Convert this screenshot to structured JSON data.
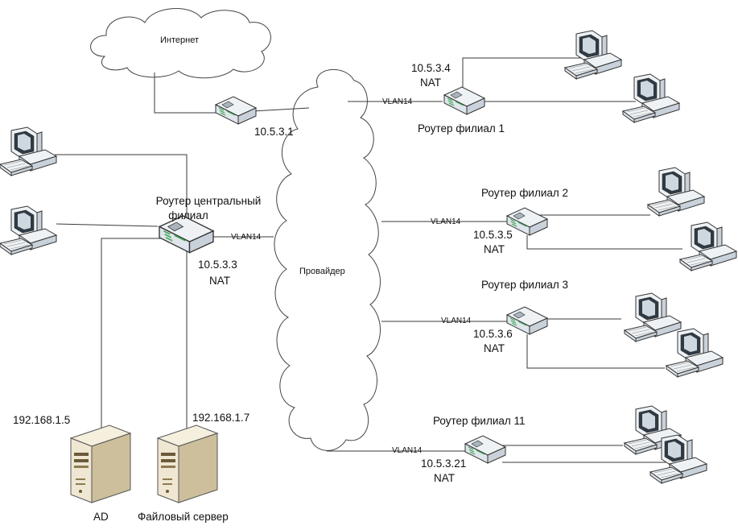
{
  "clouds": {
    "internet": "Интернет",
    "provider": "Провайдер"
  },
  "central": {
    "router_label": "Роутер центральный филиал",
    "router_label_line1": "Роутер центральный",
    "router_label_line2": "филиал",
    "router_ip": "10.5.3.3",
    "router_nat": "NAT",
    "gateway_ip": "10.5.3.1",
    "vlan": "VLAN14"
  },
  "servers": [
    {
      "name": "AD",
      "ip": "192.168.1.5"
    },
    {
      "name": "Файловый сервер",
      "ip": "192.168.1.7"
    }
  ],
  "branches": [
    {
      "label": "Роутер филиал 1",
      "ip": "10.5.3.4",
      "nat": "NAT",
      "vlan": "VLAN14"
    },
    {
      "label": "Роутер филиал 2",
      "ip": "10.5.3.5",
      "nat": "NAT",
      "vlan": "VLAN14"
    },
    {
      "label": "Роутер филиал 3",
      "ip": "10.5.3.6",
      "nat": "NAT",
      "vlan": "VLAN14"
    },
    {
      "label": "Роутер филиал 11",
      "ip": "10.5.3.21",
      "nat": "NAT",
      "vlan": "VLAN14"
    }
  ],
  "icons": {
    "router": "router-icon",
    "workstation": "workstation-icon",
    "server": "server-icon",
    "cloud": "cloud-icon"
  },
  "colors": {
    "line": "#3a3a3a",
    "device_top": "#eef2f5",
    "device_side": "#c9d2da",
    "server_body": "#efe7d2",
    "server_shade": "#cdbf9c",
    "router_led": "#3aa655"
  }
}
